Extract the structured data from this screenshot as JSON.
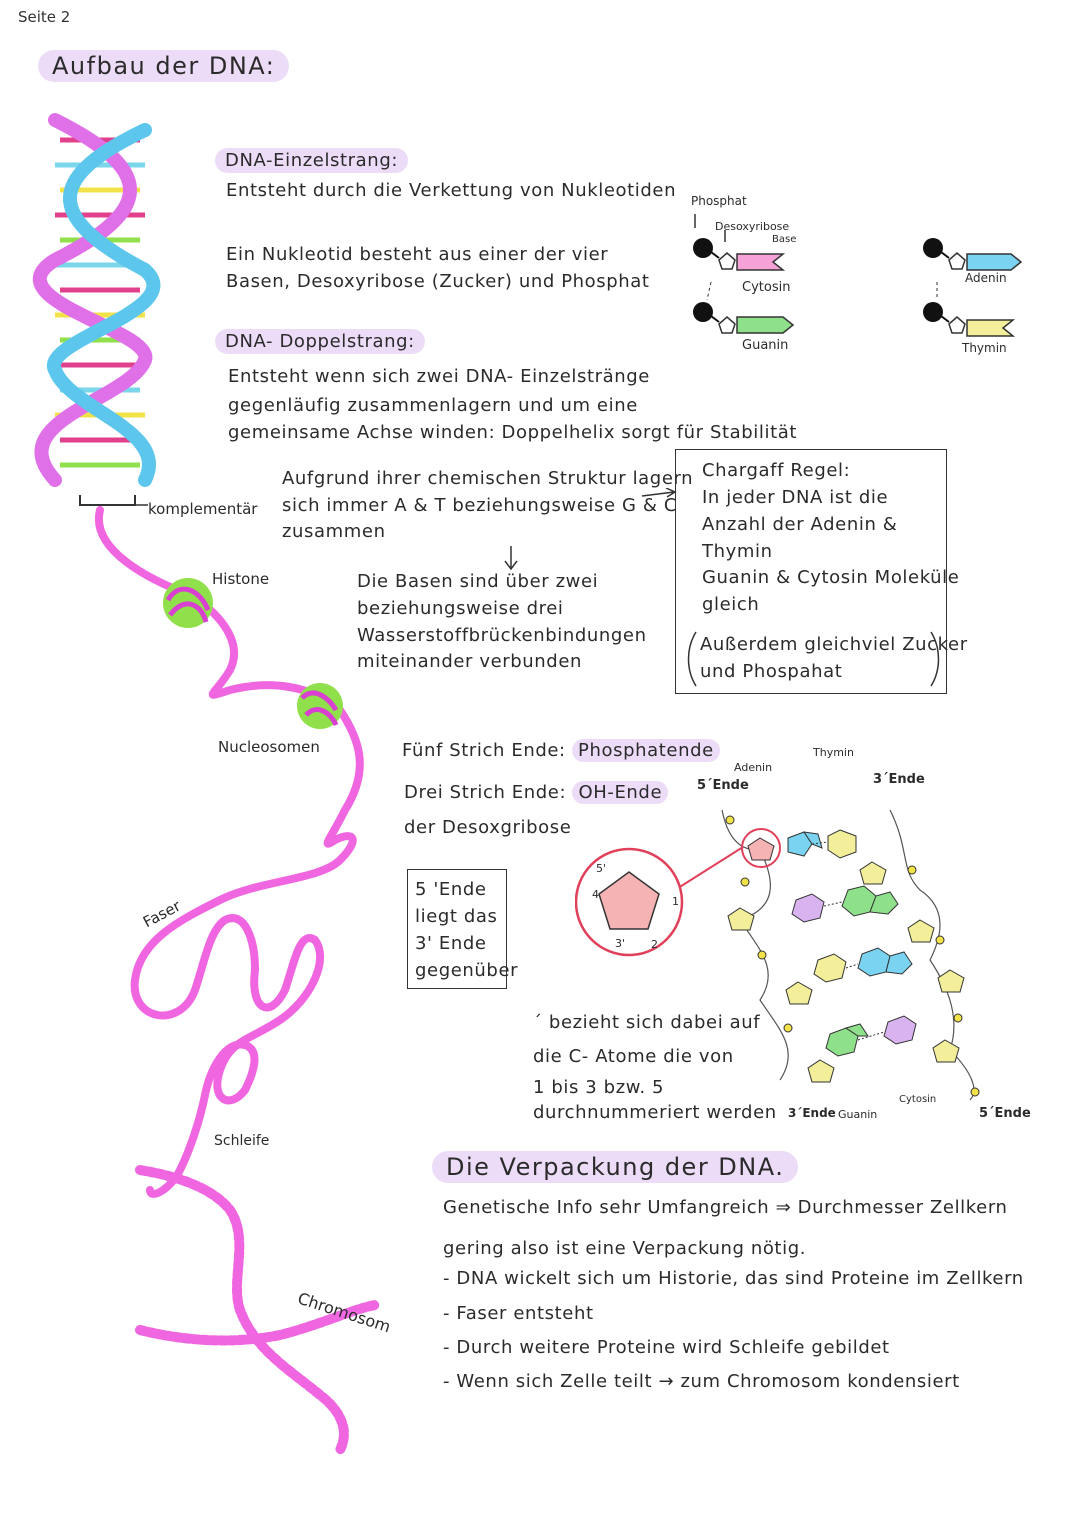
{
  "page_label": "Seite 2",
  "title": "Aufbau der DNA:",
  "labels": {
    "komplementaer": "komplementär",
    "histone": "Histone",
    "nucleosomen": "Nucleosomen",
    "faser": "Faser",
    "schleife": "Schleife",
    "chromosom": "Chromosom"
  },
  "einzelstrang": {
    "heading": "DNA-Einzelstrang:",
    "line1": "Entsteht durch die Verkettung von Nukleotiden",
    "nukleotid_l1": "Ein Nukleotid besteht aus einer der vier",
    "nukleotid_l2": "Basen, Desoxyribose (Zucker) und Phosphat"
  },
  "doppelstrang": {
    "heading": "DNA- Doppelstrang:",
    "l1": "Entsteht wenn sich zwei DNA- Einzelstränge",
    "l2": "gegenläufig zusammenlagern und um eine",
    "l3": "gemeinsame Achse winden: Doppelhelix sorgt für Stabilität"
  },
  "nucleotide_diagram": {
    "phosphat": "Phosphat",
    "desoxyribose": "Desoxyribose",
    "base": "Base",
    "cytosin": "Cytosin",
    "guanin": "Guanin",
    "adenin": "Adenin",
    "thymin": "Thymin"
  },
  "paarung": {
    "l1": "Aufgrund ihrer chemischen Struktur lagern",
    "l2": "sich immer A & T beziehungsweise G & C",
    "l3": "zusammen"
  },
  "bruecken": {
    "l1": "Die Basen sind über zwei",
    "l2": "beziehungsweise drei",
    "l3": "Wasserstoffbrückenbindungen",
    "l4": "miteinander verbunden"
  },
  "chargaff": {
    "l1": "Chargaff Regel:",
    "l2": "In jeder DNA ist die",
    "l3": "Anzahl der Adenin &",
    "l4": "Thymin",
    "l5": "Guanin & Cytosin Moleküle",
    "l6": "gleich",
    "p1": "Außerdem gleichviel Zucker",
    "p2": "und Phospahat"
  },
  "enden": {
    "fuenf_prefix": "Fünf Strich Ende:",
    "fuenf_value": "Phosphatende",
    "drei_prefix": "Drei Strich Ende:",
    "drei_value": "OH-Ende",
    "drei_suffix": "der Desoxgribose"
  },
  "ende_box": {
    "l1": "5 'Ende",
    "l2": "liegt das",
    "l3": "3' Ende",
    "l4": "gegenüber"
  },
  "pentagon": {
    "n5": "5'",
    "n4": "4",
    "n1": "1",
    "n3": "3'",
    "n2": "2"
  },
  "strich": {
    "l1": "´ bezieht sich dabei auf",
    "l2": "die C- Atome die von",
    "l3": "1 bis 3 bzw. 5",
    "l4": "durchnummeriert werden"
  },
  "structure_labels": {
    "adenin": "Adenin",
    "thymin": "Thymin",
    "fuenf_ende_top": "5´Ende",
    "drei_ende_top": "3´Ende",
    "drei_ende_bottom": "3´Ende",
    "guanin": "Guanin",
    "cytosin": "Cytosin",
    "fuenf_ende_bottom": "5´Ende"
  },
  "verpackung": {
    "title": "Die Verpackung der DNA.",
    "l1": "Genetische Info sehr Umfangreich ⇒ Durchmesser Zellkern",
    "l2": "gering also ist eine Verpackung nötig.",
    "b1": "- DNA wickelt sich um Historie, das sind Proteine im Zellkern",
    "b2": "- Faser entsteht",
    "b3": "- Durch weitere Proteine wird Schleife gebildet",
    "b4": "- Wenn sich Zelle teilt → zum Chromosom kondensiert"
  }
}
